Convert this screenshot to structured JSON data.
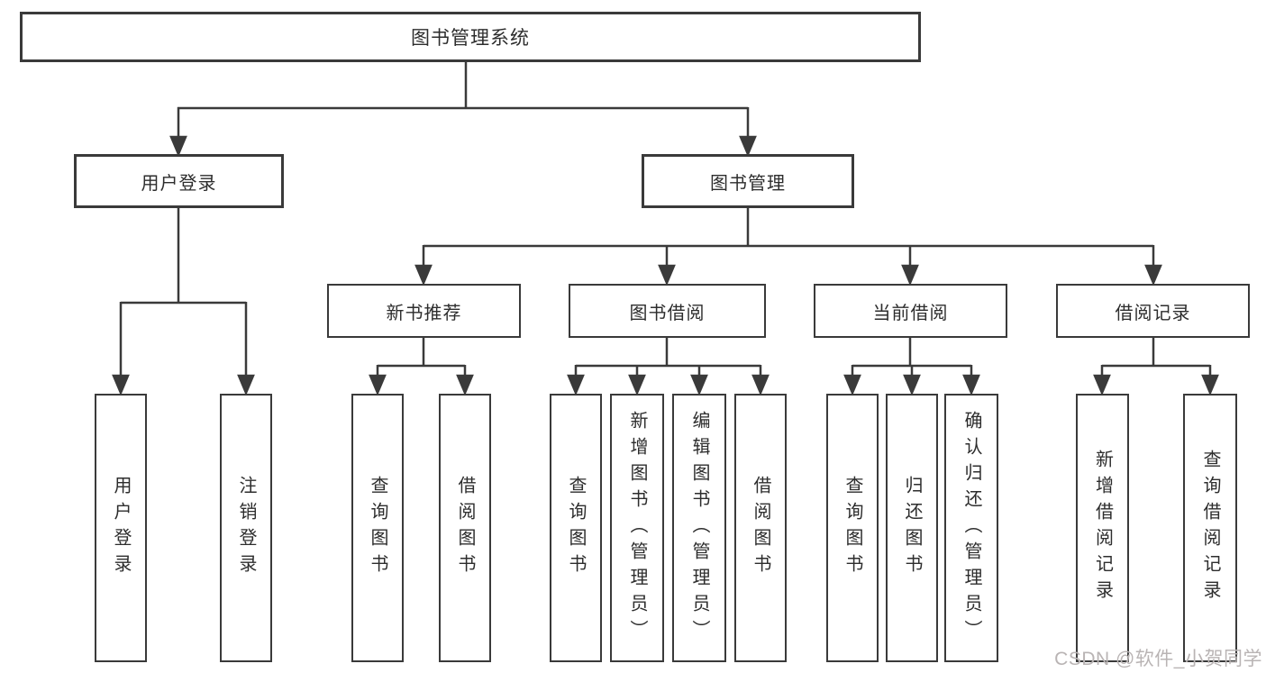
{
  "diagram": {
    "root": {
      "label": "图书管理系统"
    },
    "user_login": {
      "label": "用户登录",
      "login": {
        "label": "用户登录"
      },
      "logout": {
        "label": "注销登录"
      }
    },
    "book_management": {
      "label": "图书管理",
      "new_book_recommend": {
        "label": "新书推荐",
        "query_books": {
          "label": "查询图书"
        },
        "borrow_books": {
          "label": "借阅图书"
        }
      },
      "book_borrowing": {
        "label": "图书借阅",
        "query_books": {
          "label": "查询图书"
        },
        "add_books": {
          "label": "新增图书（管理员）"
        },
        "edit_books": {
          "label": "编辑图书（管理员）"
        },
        "borrow_books": {
          "label": "借阅图书"
        }
      },
      "current_borrowing": {
        "label": "当前借阅",
        "query_books": {
          "label": "查询图书"
        },
        "return_books": {
          "label": "归还图书"
        },
        "confirm_return": {
          "label": "确认归还（管理员）"
        }
      },
      "borrowing_records": {
        "label": "借阅记录",
        "add_record": {
          "label": "新增借阅记录"
        },
        "query_record": {
          "label": "查询借阅记录"
        }
      }
    },
    "colors": {
      "line": "#3a3a3a",
      "text": "#2d2d2d",
      "watermark": "#b9b4b4"
    }
  },
  "watermark": {
    "text": "CSDN @软件_小贺同学"
  }
}
